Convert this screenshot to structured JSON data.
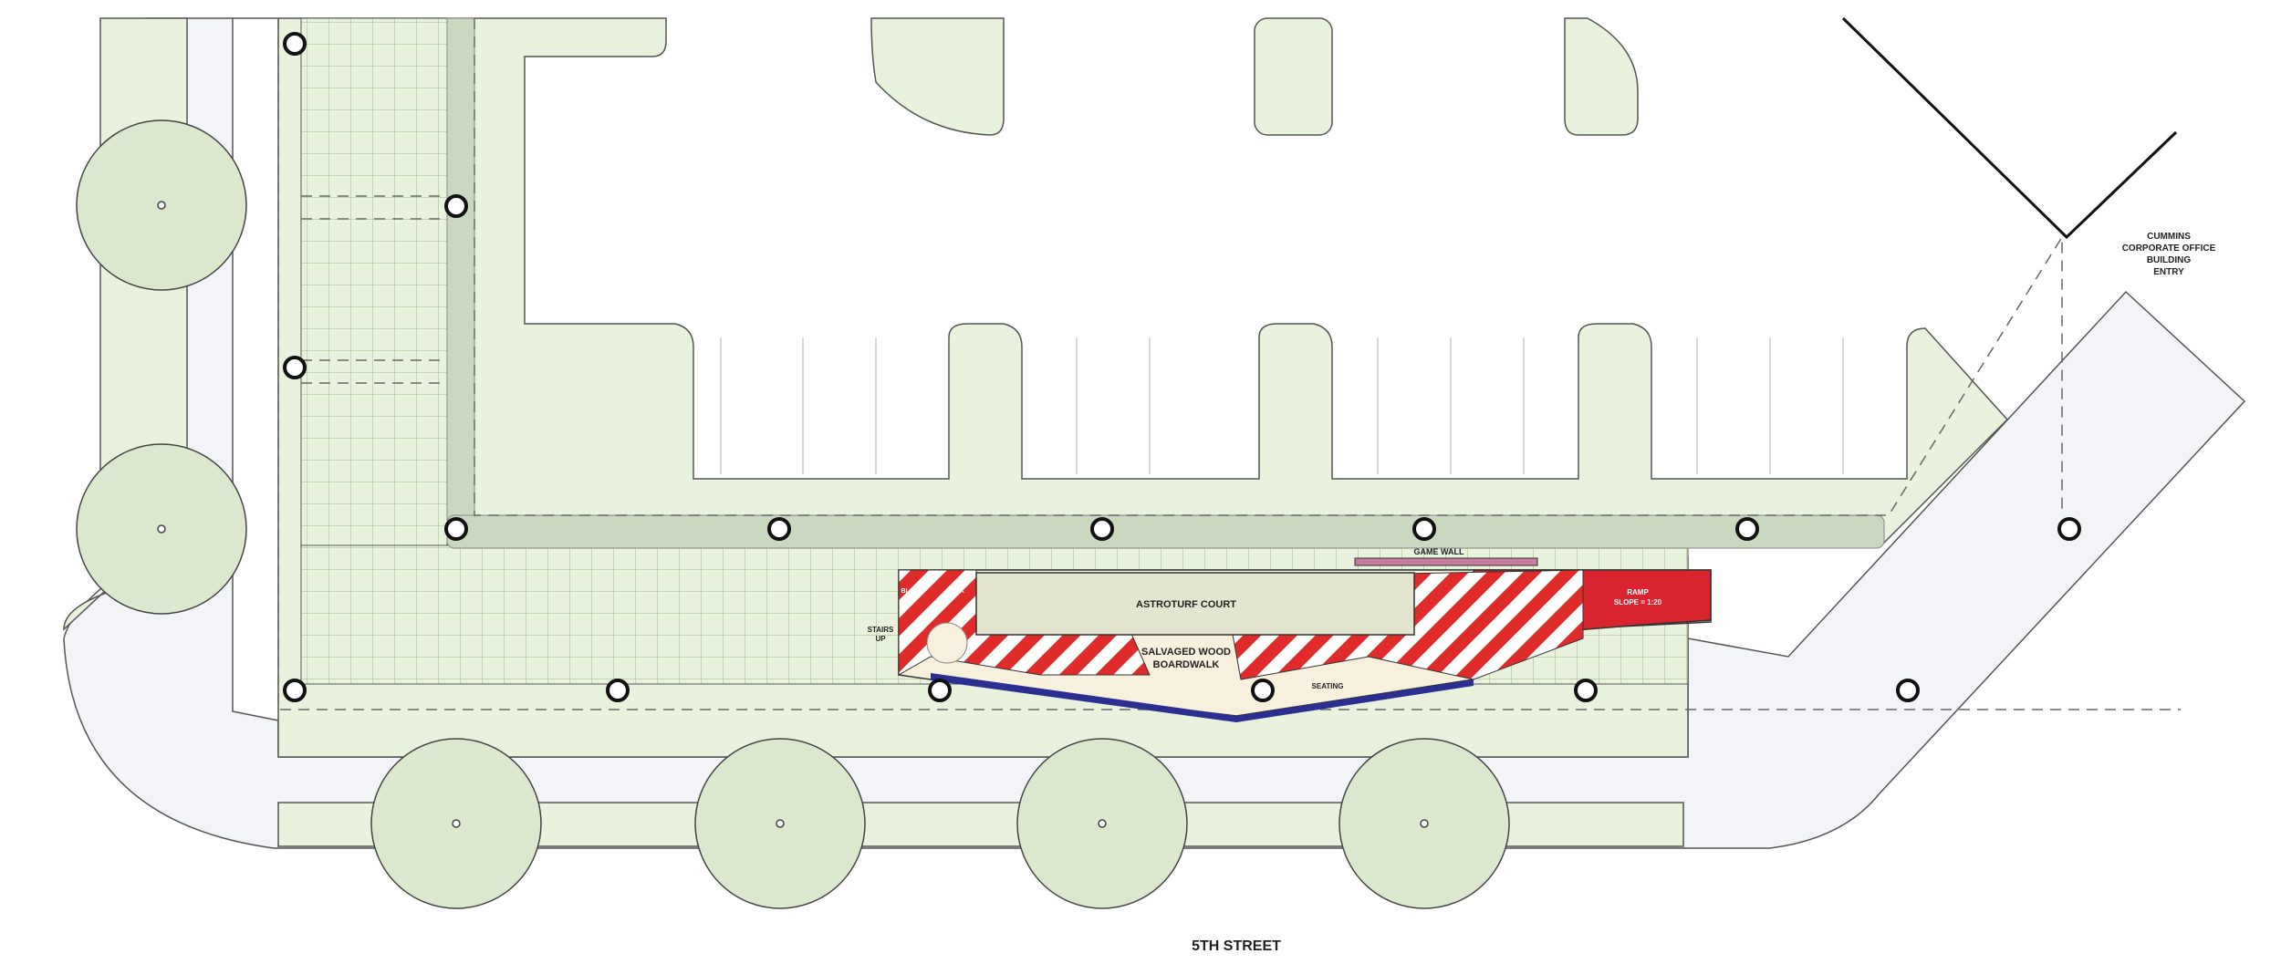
{
  "colors": {
    "lawn": "#e8f2dc",
    "lawn_dark": "#c9d8bf",
    "tree": "#dce8cd",
    "pavement": "#f3f4f7",
    "boardwalk": "#f7f0dc",
    "ramp_red": "#d9242f",
    "stripe_red": "#e02b2b",
    "seating_blue": "#2b2f8f",
    "grid_line": "#9ab98a",
    "outline": "#444444",
    "dashed": "#666666"
  },
  "labels": {
    "street": "5TH STREET",
    "building_line1": "CUMMINS",
    "building_line2": "CORPORATE OFFICE",
    "building_line3": "BUILDING",
    "building_line4": "ENTRY",
    "game_wall": "GAME WALL",
    "astroturf": "ASTROTURF COURT",
    "boardwalk_line1": "SALVAGED WOOD",
    "boardwalk_line2": "BOARDWALK",
    "stairs_line1": "STAIRS",
    "stairs_line2": "UP",
    "seating": "SEATING",
    "ramp_line1": "RAMP",
    "ramp_line2": "SLOPE = 1:20",
    "small_left1": "BLOCK",
    "small_left2": "DECK"
  },
  "icons": {
    "light_pole": "circle-octagon-icon",
    "tree": "tree-canopy-icon"
  }
}
